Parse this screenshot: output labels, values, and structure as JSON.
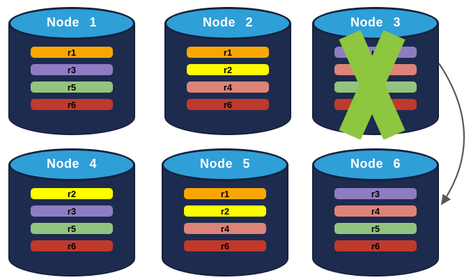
{
  "colors": {
    "cylinder_body": "#1d2b4f",
    "cylinder_outline": "#16203c",
    "cylinder_top": "#2f9fd7",
    "cross": "#8dc63f",
    "arrow": "#595959",
    "title_text": "#ffffff",
    "bar_text": "#000000",
    "background": "#ffffff"
  },
  "replica_colors": {
    "r1": "#f9a602",
    "r2": "#fdfd00",
    "r3": "#8e7cc3",
    "r4": "#dd8377",
    "r5": "#93c47d",
    "r6": "#c0392b"
  },
  "nodes": [
    {
      "title": "Node 1",
      "failed": false,
      "replicas": [
        "r1",
        "r3",
        "r5",
        "r6"
      ]
    },
    {
      "title": "Node 2",
      "failed": false,
      "replicas": [
        "r1",
        "r2",
        "r4",
        "r6"
      ]
    },
    {
      "title": "Node 3",
      "failed": true,
      "replicas": [
        "r3",
        "r4",
        "r5",
        "r6"
      ]
    },
    {
      "title": "Node 4",
      "failed": false,
      "replicas": [
        "r2",
        "r3",
        "r5",
        "r6"
      ]
    },
    {
      "title": "Node 5",
      "failed": false,
      "replicas": [
        "r1",
        "r2",
        "r4",
        "r6"
      ]
    },
    {
      "title": "Node 6",
      "failed": false,
      "replicas": [
        "r3",
        "r4",
        "r5",
        "r6"
      ]
    }
  ],
  "arrow": {
    "from": "Node 3",
    "to": "Node 6"
  }
}
